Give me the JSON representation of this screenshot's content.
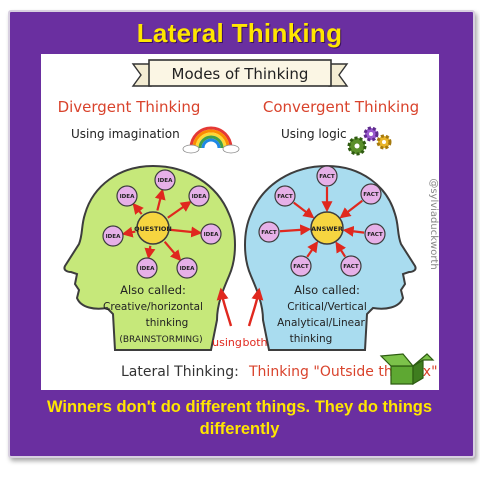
{
  "title": "Lateral Thinking",
  "banner": "Modes of Thinking",
  "left": {
    "heading": "Divergent Thinking",
    "subheading": "Using imagination",
    "center": "QUESTION",
    "node": "IDEA",
    "also_called": "Also called:",
    "aliases": [
      "Creative/horizontal",
      "thinking",
      "(BRAINSTORMING)"
    ]
  },
  "right": {
    "heading": "Convergent Thinking",
    "subheading": "Using logic",
    "center": "ANSWER",
    "node": "FACT",
    "also_called": "Also called:",
    "aliases": [
      "Critical/Vertical",
      "Analytical/Linear",
      "thinking"
    ]
  },
  "using_both": [
    "using",
    "both"
  ],
  "lateral_label": "Lateral Thinking:",
  "lateral_desc": "Thinking \"Outside the box\"",
  "credit": "@sylviaduckworth",
  "footer": "Winners don't do different things. They do things differently",
  "colors": {
    "frame": "#6a2fa0",
    "title": "#ffe600",
    "left_head": "#c6e87a",
    "right_head": "#a9dcef",
    "center": "#f6d540",
    "node": "#e6b0e8",
    "arrow": "#e0281e",
    "heading_text": "#d9432c"
  },
  "icons": [
    "rainbow-icon",
    "gears-icon",
    "green-box-icon"
  ]
}
